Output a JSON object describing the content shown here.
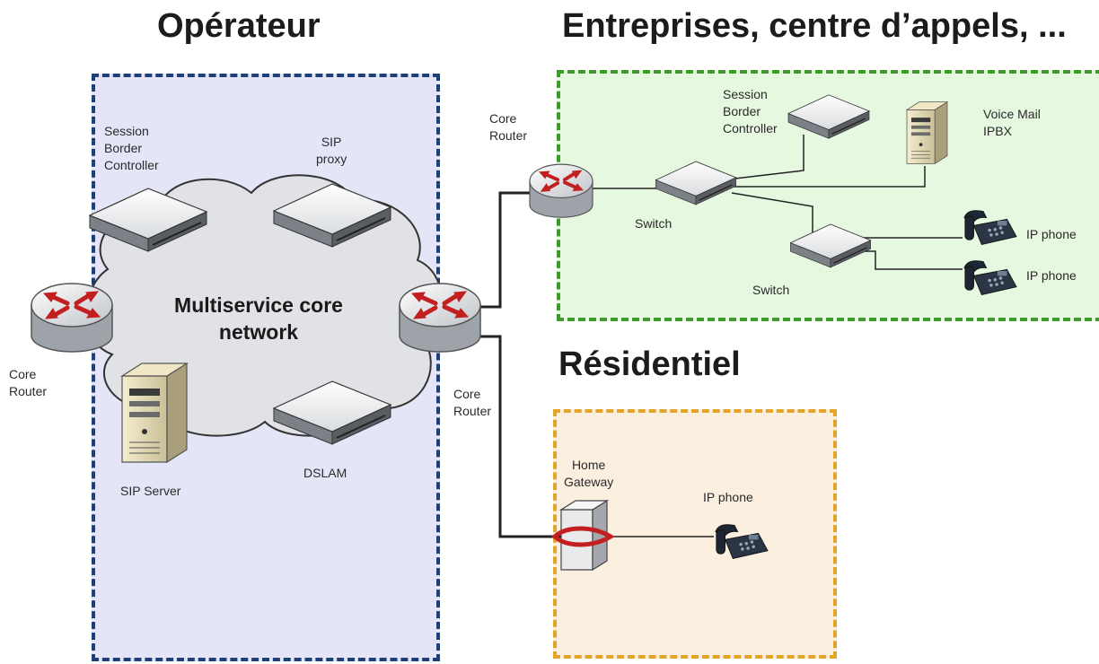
{
  "headings": {
    "operator": "Opérateur",
    "enterprise": "Entreprises, centre d’appels, ...",
    "residential": "Résidentiel"
  },
  "cloud": {
    "label": "Multiservice core\nnetwork"
  },
  "operator": {
    "sbc": "Session\nBorder\nController",
    "sip_proxy": "SIP\nproxy",
    "core_router_left": "Core\nRouter",
    "sip_server": "SIP Server",
    "dslam": "DSLAM"
  },
  "links": {
    "core_router_top": "Core\nRouter",
    "core_router_bottom": "Core\nRouter"
  },
  "enterprise": {
    "sbc": "Session\nBorder\nController",
    "voicemail": "Voice Mail\nIPBX",
    "switch1": "Switch",
    "switch2": "Switch",
    "phone1": "IP phone",
    "phone2": "IP phone"
  },
  "residential": {
    "home_gateway": "Home\nGateway",
    "phone": "IP phone"
  },
  "colors": {
    "operator_fill": "#e4e6f8",
    "operator_border": "#1d3f7a",
    "enterprise_fill": "#e6f8e0",
    "enterprise_border": "#3d9a2b",
    "residential_fill": "#fbefdf",
    "residential_border": "#e3a42a",
    "router_accent": "#c22020"
  }
}
